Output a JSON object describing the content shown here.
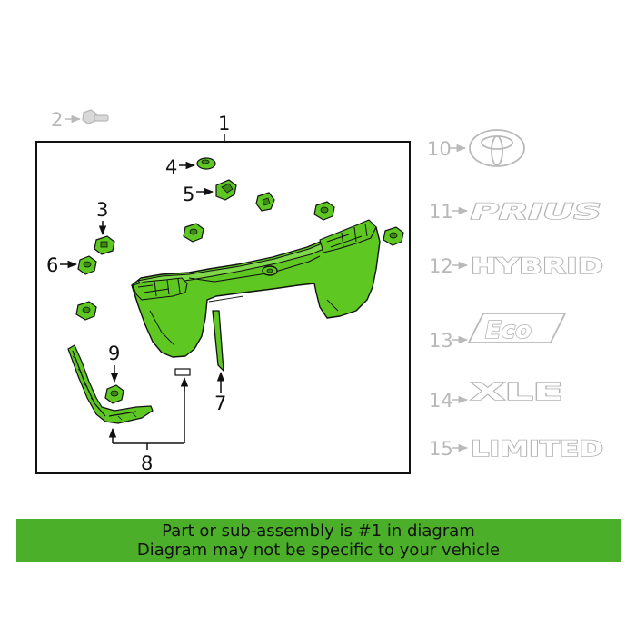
{
  "callouts": {
    "c1": "1",
    "c2": "2",
    "c3": "3",
    "c4": "4",
    "c5": "5",
    "c6": "6",
    "c7": "7",
    "c8": "8",
    "c9": "9"
  },
  "emblems": {
    "n10": "10",
    "n11": "11",
    "n12": "12",
    "n13": "13",
    "n14": "14",
    "n15": "15",
    "badge11": "PRIUS",
    "badge12": "HYBRID",
    "badge13": "Eco",
    "badge14": "XLE",
    "badge15": "LIMITED"
  },
  "notice": {
    "line1": "Part or sub-assembly is #1 in diagram",
    "line2": "Diagram may not be specific to your vehicle"
  },
  "colors": {
    "part_highlight": "#5ec722",
    "banner_background": "#4caf2a",
    "line_art": "#111111",
    "ghost_parts": "#b9b9b9"
  }
}
